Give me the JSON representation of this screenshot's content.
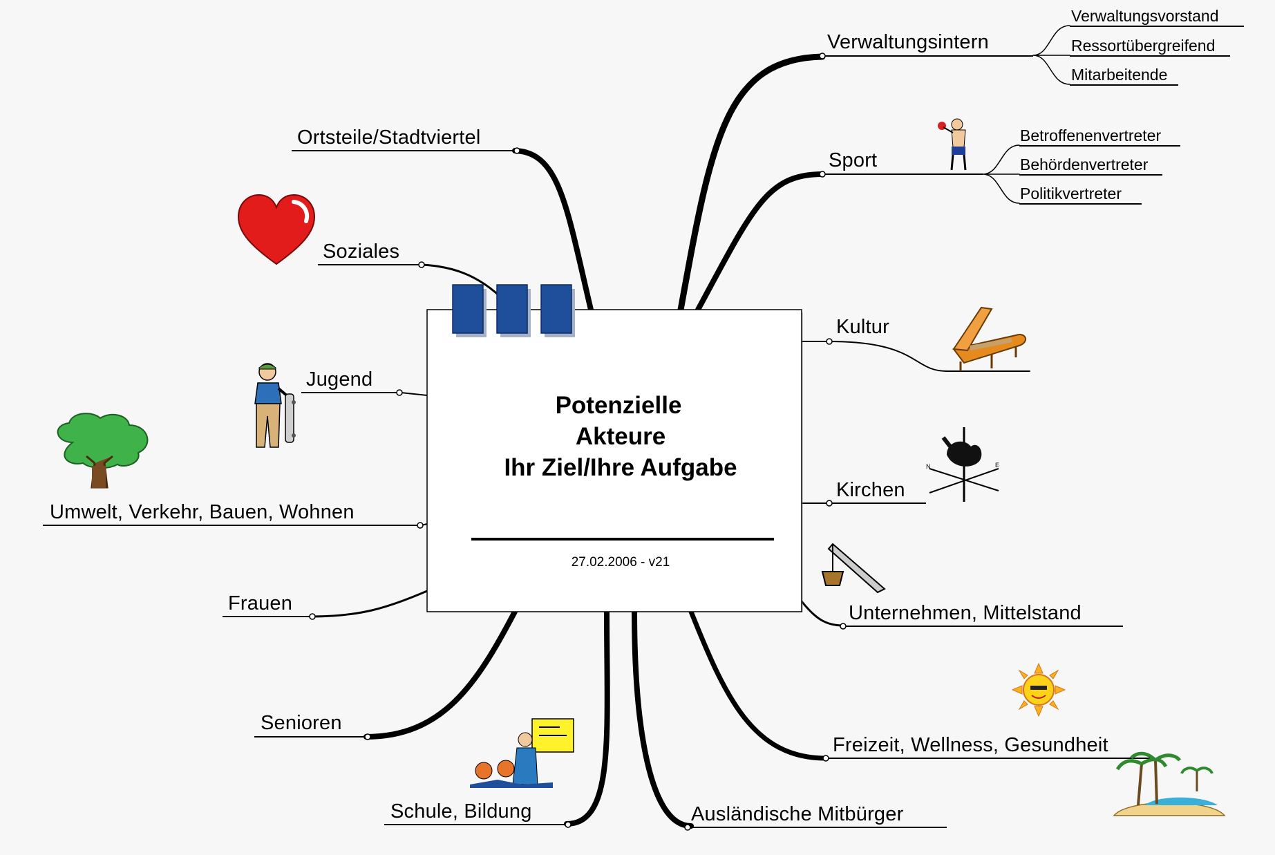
{
  "center": {
    "title_lines": [
      "Potenzielle",
      "Akteure",
      "Ihr Ziel/Ihre Aufgabe"
    ],
    "date": "27.02.2006 - v21"
  },
  "branches": {
    "verwaltungsintern": "Verwaltungsintern",
    "sport": "Sport",
    "kultur": "Kultur",
    "kirchen": "Kirchen",
    "unternehmen": "Unternehmen, Mittelstand",
    "freizeit": "Freizeit, Wellness, Gesundheit",
    "auslaendische": "Ausländische Mitbürger",
    "schule": "Schule, Bildung",
    "senioren": "Senioren",
    "frauen": "Frauen",
    "umwelt": "Umwelt, Verkehr, Bauen, Wohnen",
    "jugend": "Jugend",
    "soziales": "Soziales",
    "ortsteile": "Ortsteile/Stadtviertel"
  },
  "sub_branches": {
    "verwaltungsintern": [
      "Verwaltungsvorstand",
      "Ressortübergreifend",
      "Mitarbeitende"
    ],
    "sport": [
      "Betroffenenvertreter",
      "Behördenvertreter",
      "Politikvertreter"
    ]
  },
  "icons": {
    "soziales": "heart-icon",
    "jugend": "skateboarder-icon",
    "umwelt": "tree-icon",
    "sport": "boxer-icon",
    "kultur": "grand-piano-icon",
    "kirchen": "weathervane-rooster-icon",
    "unternehmen": "crane-icon",
    "freizeit": "sun-icon",
    "freizeit_beach": "palm-beach-icon",
    "schule": "classroom-icon"
  },
  "colors": {
    "background": "#f7f7f7",
    "binder_clip": "#1f4e9a",
    "heart": "#e21b1b",
    "tree": "#3fb34a",
    "sun": "#ffd21a"
  }
}
